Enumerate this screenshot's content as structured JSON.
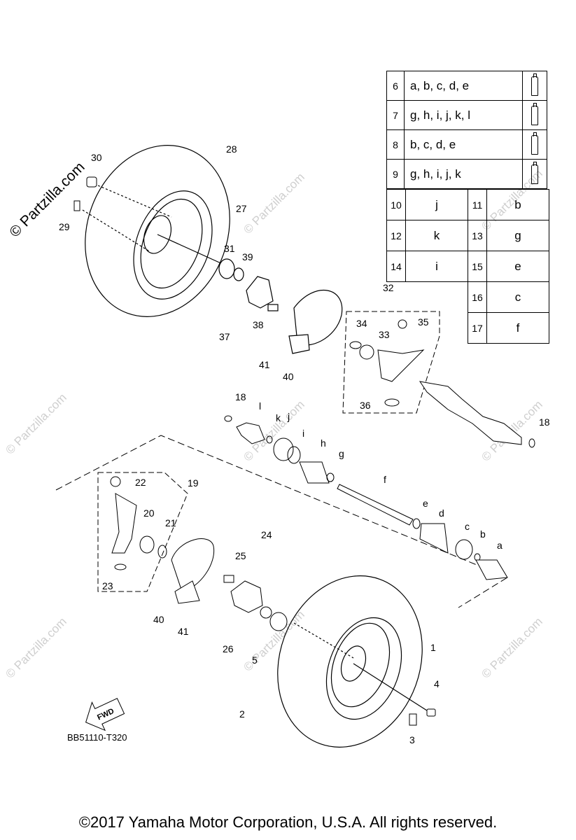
{
  "watermark": "© Partzilla.com",
  "figure_id": "BB51110-T320",
  "copyright": "©2017  Yamaha Motor Corporation, U.S.A. All rights reserved.",
  "fwd_label": "FWD",
  "legend": {
    "grease_rows": [
      {
        "num": "6",
        "codes": "a, b, c, d, e"
      },
      {
        "num": "7",
        "codes": "g, h, i, j, k, l"
      },
      {
        "num": "8",
        "codes": "b, c, d, e"
      },
      {
        "num": "9",
        "codes": "g, h, i, j, k"
      }
    ],
    "pair_rows": [
      {
        "left_num": "10",
        "left_val": "j",
        "right_num": "11",
        "right_val": "b"
      },
      {
        "left_num": "12",
        "left_val": "k",
        "right_num": "13",
        "right_val": "g"
      },
      {
        "left_num": "14",
        "left_val": "i",
        "right_num": "15",
        "right_val": "e"
      }
    ],
    "single_rows": [
      {
        "num": "16",
        "val": "c"
      },
      {
        "num": "17",
        "val": "f"
      }
    ]
  },
  "callouts": [
    "1",
    "2",
    "3",
    "4",
    "5",
    "18",
    "18",
    "19",
    "20",
    "21",
    "22",
    "23",
    "24",
    "25",
    "26",
    "27",
    "28",
    "29",
    "30",
    "31",
    "32",
    "33",
    "34",
    "35",
    "36",
    "37",
    "38",
    "39",
    "40",
    "40",
    "41",
    "41",
    "a",
    "b",
    "c",
    "d",
    "e",
    "f",
    "g",
    "h",
    "i",
    "j",
    "k",
    "l"
  ],
  "icons": {
    "grease_tube": "grease-tube-icon",
    "fwd_arrow": "fwd-arrow-icon"
  }
}
